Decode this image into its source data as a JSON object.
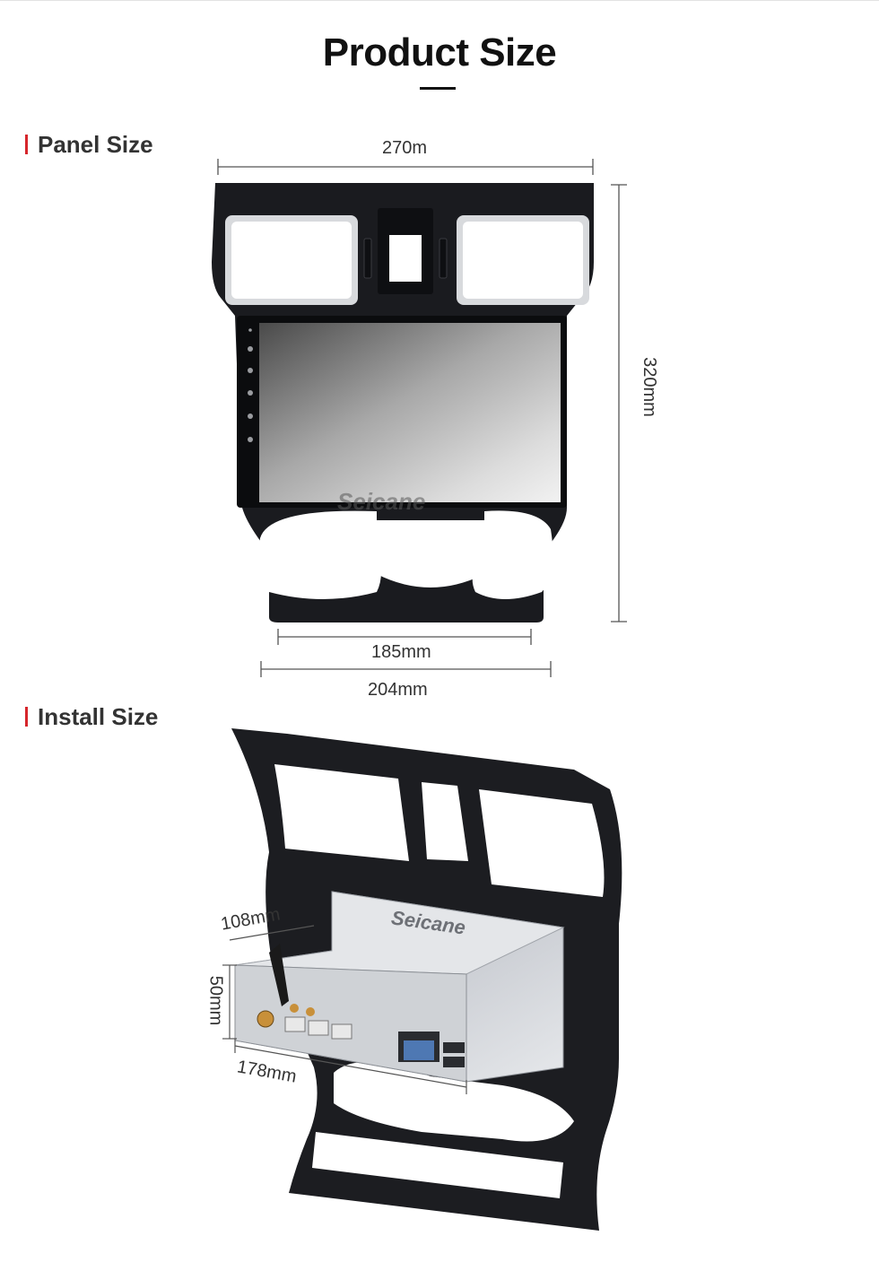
{
  "page": {
    "title": "Product Size"
  },
  "panel_section": {
    "heading": "Panel Size",
    "width_top_label": "270m",
    "height_label": "320mm",
    "screen_width_label": "185mm",
    "bottom_width_label": "204mm",
    "brand_watermark": "Seicane"
  },
  "install_section": {
    "heading": "Install Size",
    "depth_label": "108mm",
    "height_label": "50mm",
    "width_label": "178mm",
    "brand_label": "Seicane"
  },
  "colors": {
    "accent": "#d6262c",
    "panel_black": "#1a1b1f",
    "dimension_line": "#555555"
  }
}
